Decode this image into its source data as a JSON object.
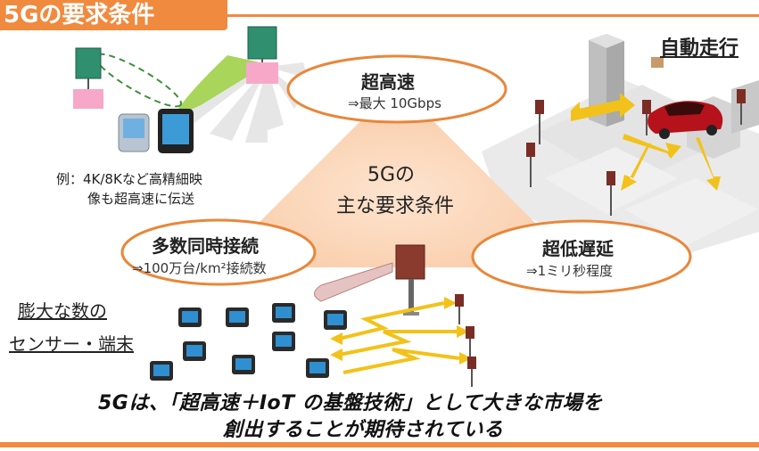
{
  "title": "5Gの要求条件",
  "center": {
    "line1": "5Gの",
    "line2": "主な要求条件"
  },
  "bubbles": {
    "high_speed": {
      "title": "超高速",
      "sub": "⇒最大 10Gbps"
    },
    "massive": {
      "title": "多数同時接続",
      "sub": "⇒100万台/km²接続数"
    },
    "low_latency": {
      "title": "超低遅延",
      "sub": "⇒1ミリ秒程度"
    }
  },
  "example": {
    "line1": "例：4K/8Kなど高精細映",
    "line2": "像も超高速に伝送"
  },
  "autonomous": "自動走行",
  "sensors": {
    "line1": "膨大な数の",
    "line2": "センサー・端末"
  },
  "headline": {
    "line1": "5Gは、「超高速＋IoT の基盤技術」として大きな市場を",
    "line2": "創出することが期待されている"
  },
  "colors": {
    "accent": "#f08a3e",
    "triangle": "#fbd5b5",
    "bubble_border": "#e8873a",
    "arrow": "#f2c21a",
    "antenna": "#2f8f6f",
    "base": "#f7a8c8",
    "car": "#b5121b"
  }
}
